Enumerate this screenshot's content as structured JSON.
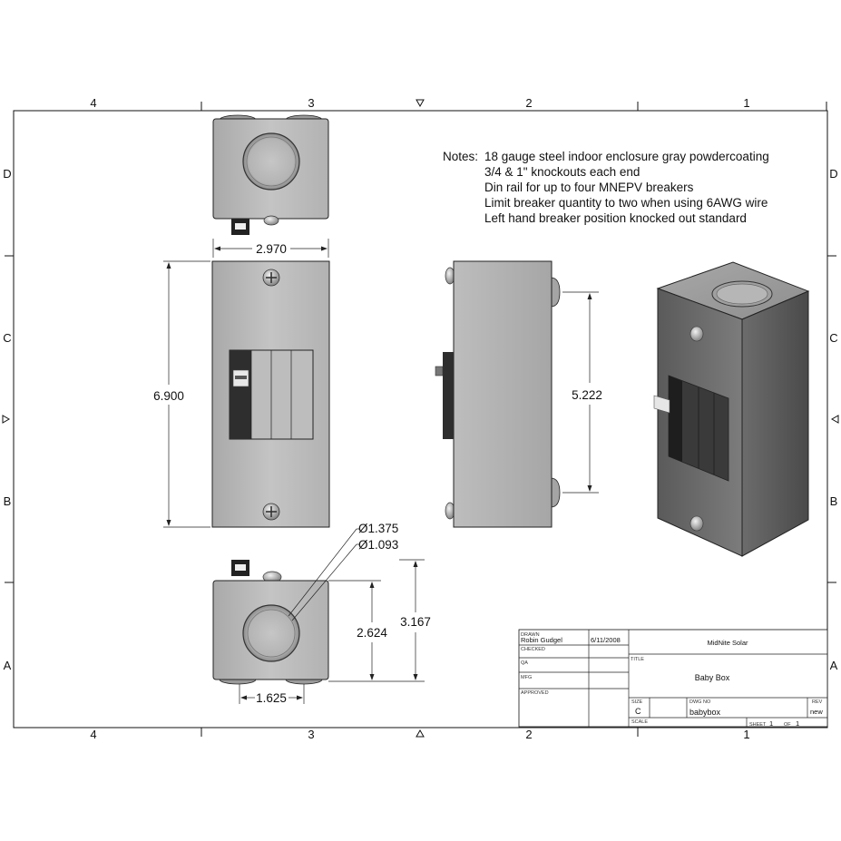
{
  "zones": {
    "top": [
      "4",
      "3",
      "2",
      "1"
    ],
    "bottom": [
      "4",
      "3",
      "2",
      "1"
    ],
    "left": [
      "D",
      "C",
      "B",
      "A"
    ],
    "right": [
      "D",
      "C",
      "B",
      "A"
    ]
  },
  "notes": {
    "prefix": "Notes:",
    "lines": [
      "18 gauge steel indoor enclosure gray powdercoating",
      "3/4 & 1\" knockouts each end",
      "Din rail for up to four MNEPV breakers",
      "Limit breaker quantity to two when using 6AWG wire",
      "Left hand breaker position knocked out standard"
    ]
  },
  "dimensions": {
    "width": "2.970",
    "height": "6.900",
    "side_height": "5.222",
    "knockout_large": "Ø1.375",
    "knockout_small": "Ø1.093",
    "end_depth": "2.624",
    "end_overall": "3.167",
    "knockout_offset": "1.625"
  },
  "title_block": {
    "drawn_label": "DRAWN",
    "drawn_by": "Robin Gudgel",
    "drawn_date": "6/11/2008",
    "checked_label": "CHECKED",
    "qa_label": "QA",
    "mfg_label": "MFG",
    "approved_label": "APPROVED",
    "company": "MidNite Solar",
    "title_label": "TITLE",
    "title": "Baby Box",
    "size_label": "SIZE",
    "size": "C",
    "dwg_label": "DWG NO",
    "dwg_no": "babybox",
    "rev_label": "REV",
    "rev": "new",
    "scale_label": "SCALE",
    "sheet_label": "SHEET",
    "sheet": "1",
    "of_label": "OF",
    "sheet_total": "1"
  },
  "colors": {
    "enclosure": "#b9b9b9",
    "enclosure_dark": "#7a7a7a",
    "breaker": "#2e2e2e",
    "line": "#111111"
  }
}
